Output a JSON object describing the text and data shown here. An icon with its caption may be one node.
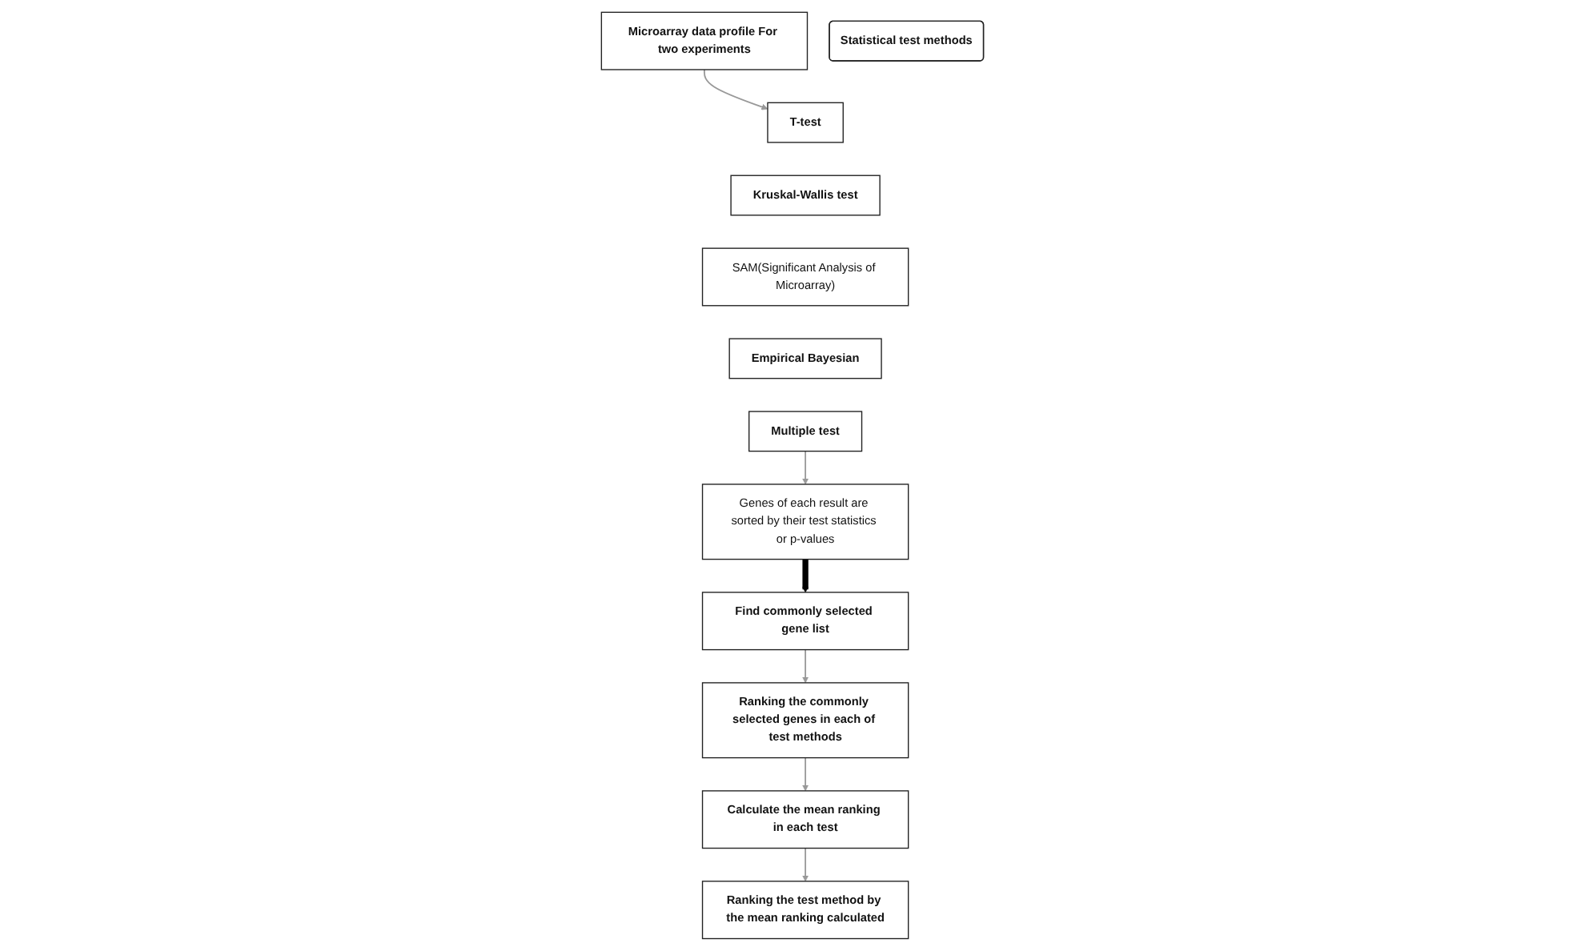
{
  "diagram": {
    "nodes": [
      {
        "text": [
          "Microarray data profile For two experiments"
        ]
      },
      {
        "text": [
          "Statistical test methods"
        ]
      },
      {
        "text": [
          "T-test"
        ]
      },
      {
        "text": [
          "Kruskal-Wallis test"
        ]
      },
      {
        "text": [
          "SAM(Significant Analysis of Microarray)"
        ]
      },
      {
        "text": [
          "Empirical Bayesian"
        ]
      },
      {
        "text": [
          "Multiple test"
        ]
      },
      {
        "text": [
          "Genes of each result are sorted by their test statistics or p-values"
        ]
      },
      {
        "text": [
          "Find commonly selected gene list"
        ]
      },
      {
        "text": [
          "Ranking the commonly selected genes in each of test methods"
        ]
      },
      {
        "text": [
          "Calculate the mean ranking in each test"
        ]
      },
      {
        "text": [
          "Ranking the test method by the mean ranking calculated"
        ]
      }
    ],
    "edges": [
      {
        "from": 0,
        "to": 2,
        "arrow": "to"
      },
      {
        "from": 6,
        "to": 7,
        "arrow": "to"
      },
      {
        "from": 7,
        "to": 8,
        "arrow": "to",
        "style": "thick",
        "color": "#000000"
      },
      {
        "from": 8,
        "to": 9,
        "arrow": "to"
      },
      {
        "from": 9,
        "to": 10,
        "arrow": "to"
      },
      {
        "from": 10,
        "to": 11,
        "arrow": "to"
      }
    ]
  }
}
